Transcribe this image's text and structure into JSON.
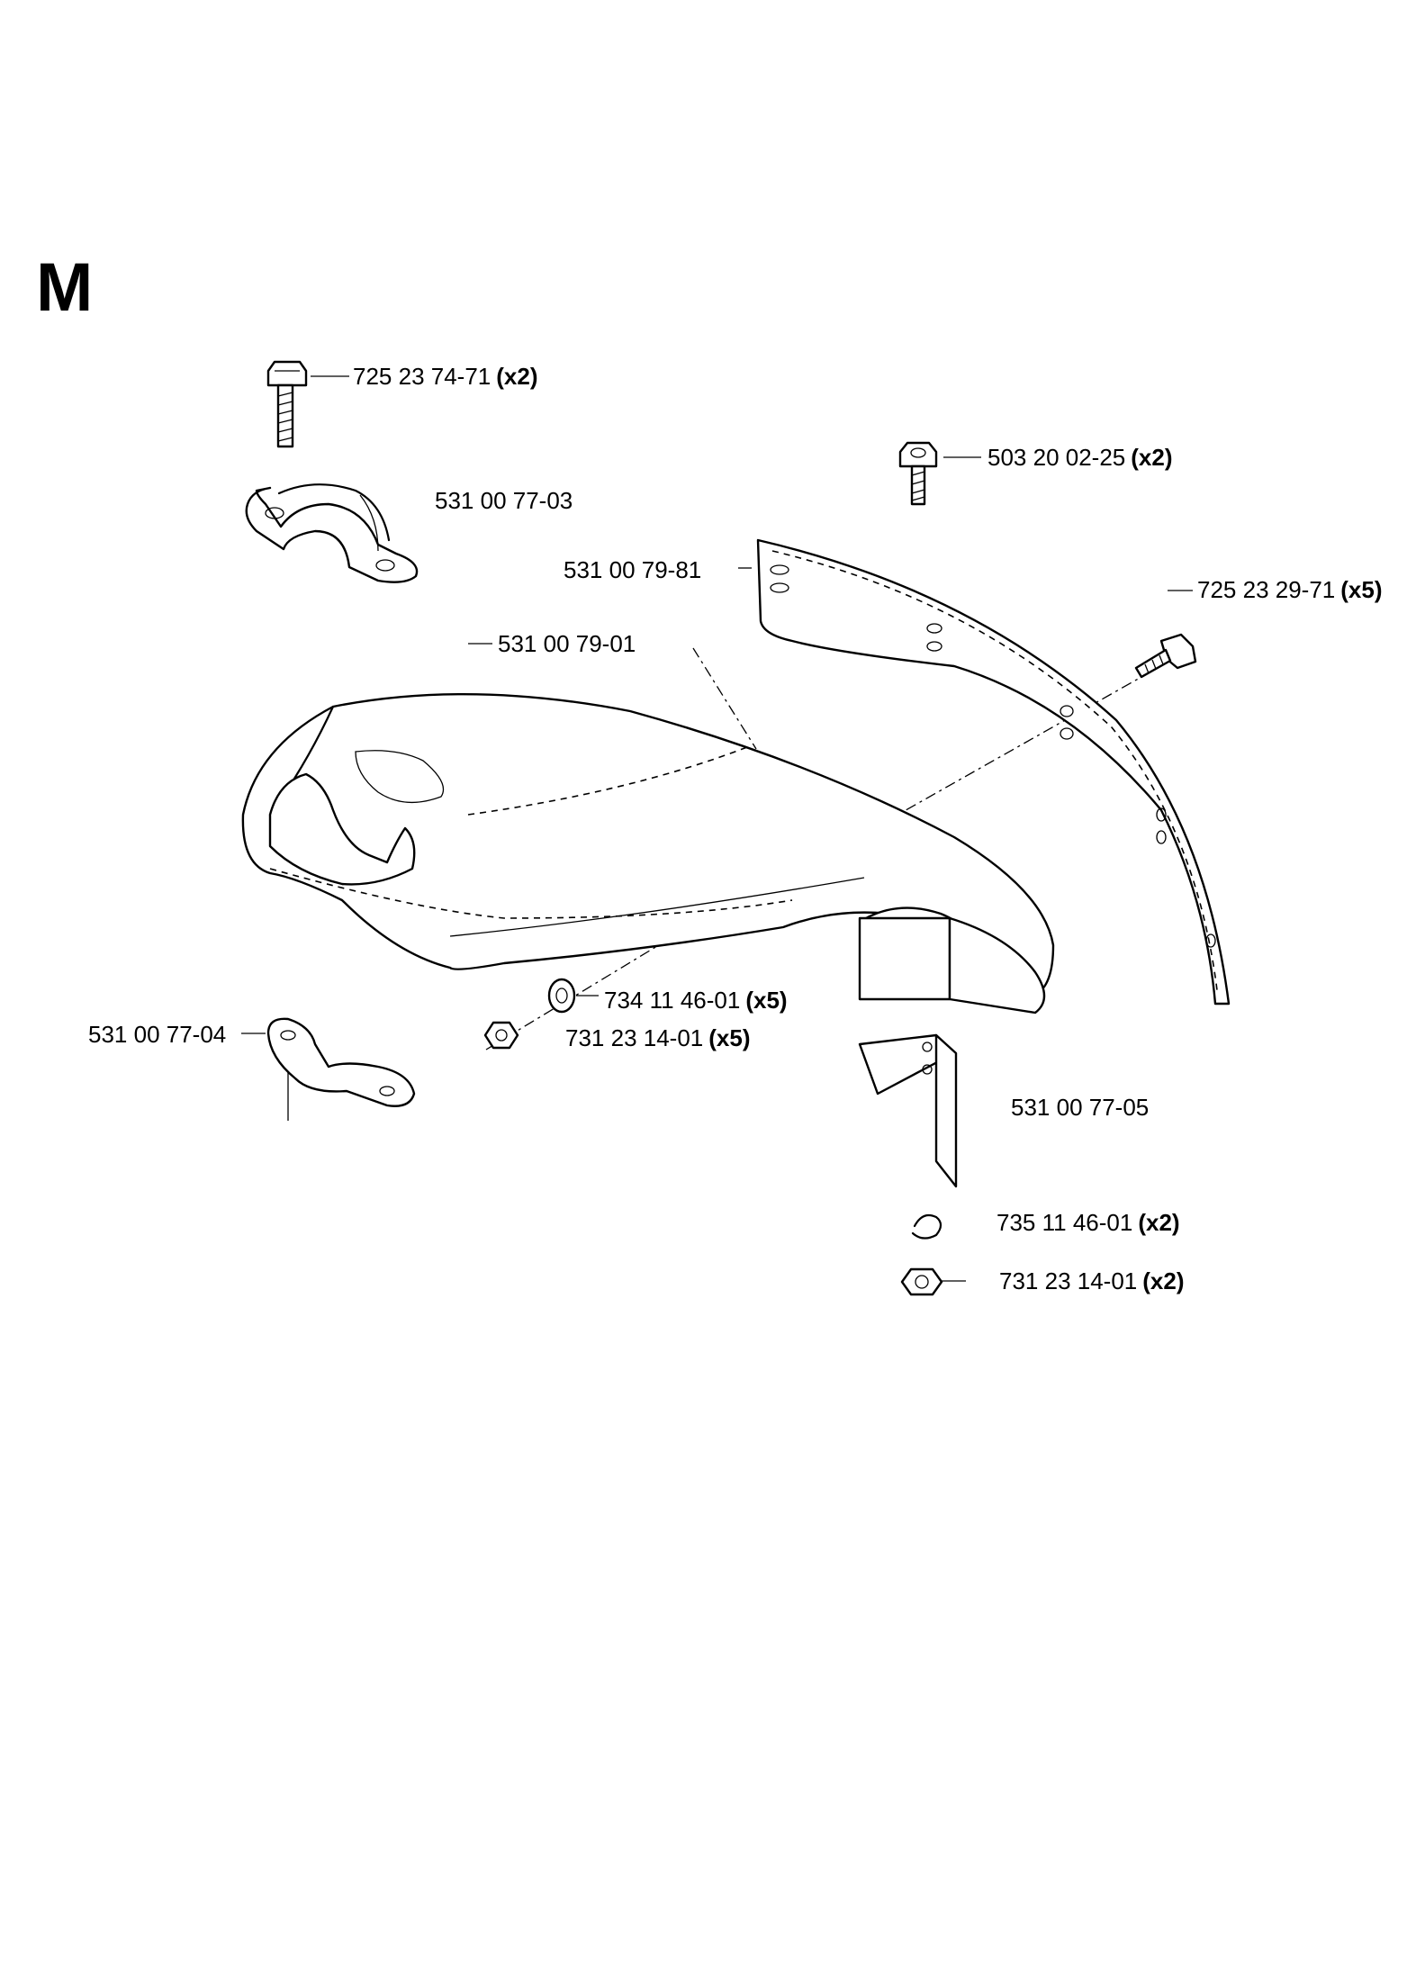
{
  "section": "M",
  "labels": [
    {
      "id": "p1",
      "part": "725 23 74-71",
      "qty": "(x2)"
    },
    {
      "id": "p2",
      "part": "531 00 77-03",
      "qty": ""
    },
    {
      "id": "p3",
      "part": "503 20 02-25",
      "qty": "(x2)"
    },
    {
      "id": "p4",
      "part": "531 00 79-81",
      "qty": ""
    },
    {
      "id": "p5",
      "part": "725 23 29-71",
      "qty": "(x5)"
    },
    {
      "id": "p6",
      "part": "531 00 79-01",
      "qty": ""
    },
    {
      "id": "p7",
      "part": "734 11 46-01",
      "qty": "(x5)"
    },
    {
      "id": "p8",
      "part": "731 23 14-01",
      "qty": "(x5)"
    },
    {
      "id": "p9",
      "part": "531 00 77-04",
      "qty": ""
    },
    {
      "id": "p10",
      "part": "531 00 77-05",
      "qty": ""
    },
    {
      "id": "p11",
      "part": "735 11 46-01",
      "qty": "(x2)"
    },
    {
      "id": "p12",
      "part": "731 23 14-01",
      "qty": "(x2)"
    }
  ]
}
